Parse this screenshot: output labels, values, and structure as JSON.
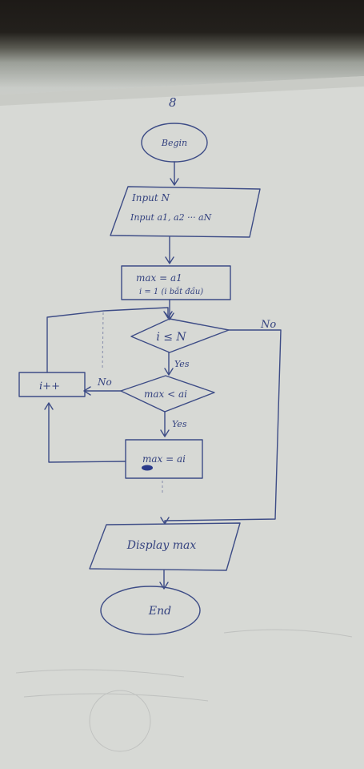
{
  "page_mark": "8",
  "flowchart": {
    "begin": "Begin",
    "input_line1": "Input N",
    "input_line2": "Input  a1, a2 ··· aN",
    "init_line1": "max = a1",
    "init_line2": "i = 1 (i bắt đầu)",
    "loop_condition": "i ≤ N",
    "compare_condition": "max < ai",
    "increment": "i++",
    "assign": "max = ai",
    "display": "Display max",
    "end": "End",
    "label_yes_1": "Yes",
    "label_yes_2": "Yes",
    "label_no_1": "No",
    "label_no_2": "No"
  },
  "colors": {
    "ink": "#3d4c86",
    "paper": "#d8dad6",
    "background": "#1d1a17"
  }
}
